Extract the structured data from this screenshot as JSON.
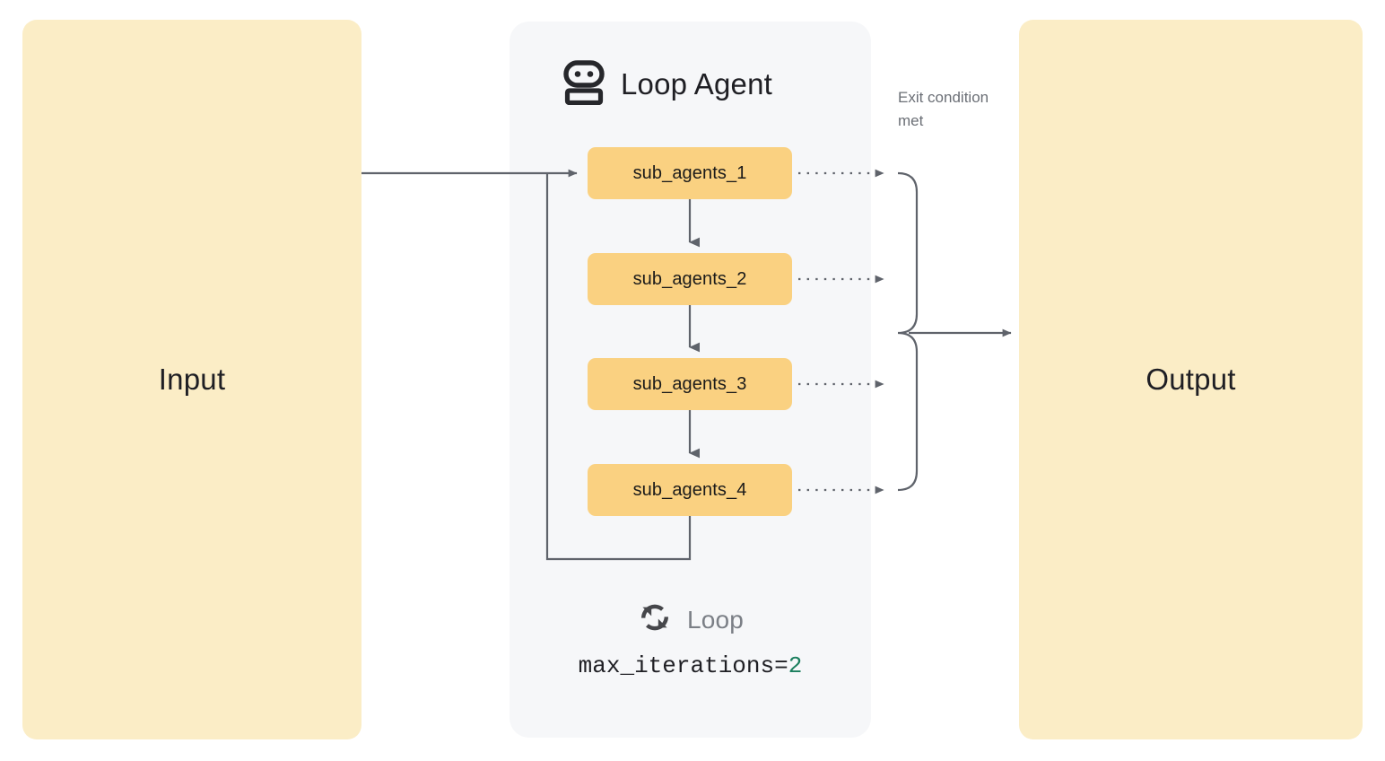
{
  "diagram": {
    "type": "loop-agent-flow",
    "input": {
      "label": "Input",
      "color": "#FBEDC6"
    },
    "output": {
      "label": "Output",
      "color": "#FBEDC6"
    },
    "loop_agent": {
      "title": "Loop Agent",
      "icon": "robot-icon",
      "panel_color": "#F6F7F9",
      "agent_color": "#FAD181",
      "sub_agents": [
        {
          "label": "sub_agents_1"
        },
        {
          "label": "sub_agents_2"
        },
        {
          "label": "sub_agents_3"
        },
        {
          "label": "sub_agents_4"
        }
      ],
      "footer": {
        "icon": "loop-icon",
        "label": "Loop",
        "config_key": "max_iterations=",
        "config_value": "2",
        "config_value_color": "#1b7f5e"
      }
    },
    "annotations": {
      "exit_condition": "Exit\ncondition\nmet"
    },
    "edge_color": "#5f636b"
  }
}
